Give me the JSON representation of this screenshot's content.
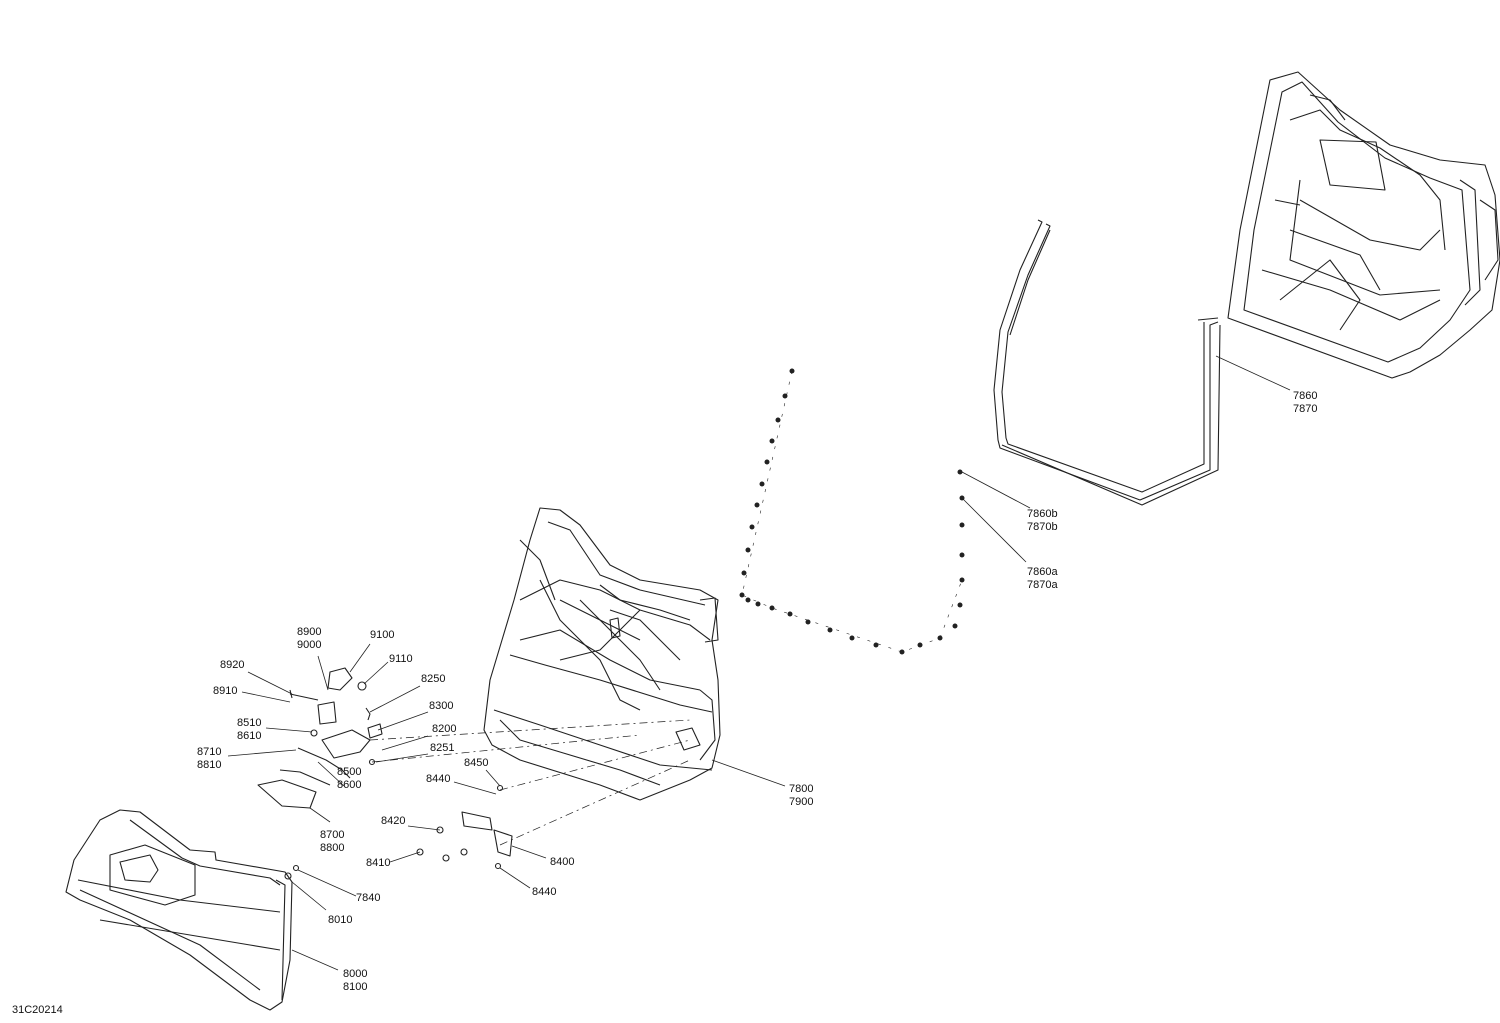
{
  "drawing_id": "31C20214",
  "callouts": [
    {
      "id": "c7860",
      "lines": [
        "7860",
        "7870"
      ]
    },
    {
      "id": "c7860b",
      "lines": [
        "7860b",
        "7870b"
      ]
    },
    {
      "id": "c7860a",
      "lines": [
        "7860a",
        "7870a"
      ]
    },
    {
      "id": "c7800",
      "lines": [
        "7800",
        "7900"
      ]
    },
    {
      "id": "c8900",
      "lines": [
        "8900",
        "9000"
      ]
    },
    {
      "id": "c9100",
      "lines": [
        "9100"
      ]
    },
    {
      "id": "c9110",
      "lines": [
        "9110"
      ]
    },
    {
      "id": "c8920",
      "lines": [
        "8920"
      ]
    },
    {
      "id": "c8910",
      "lines": [
        "8910"
      ]
    },
    {
      "id": "c8250",
      "lines": [
        "8250"
      ]
    },
    {
      "id": "c8300",
      "lines": [
        "8300"
      ]
    },
    {
      "id": "c8510",
      "lines": [
        "8510",
        "8610"
      ]
    },
    {
      "id": "c8200",
      "lines": [
        "8200"
      ]
    },
    {
      "id": "c8251",
      "lines": [
        "8251"
      ]
    },
    {
      "id": "c8710",
      "lines": [
        "8710",
        "8810"
      ]
    },
    {
      "id": "c8450",
      "lines": [
        "8450"
      ]
    },
    {
      "id": "c8440a",
      "lines": [
        "8440"
      ]
    },
    {
      "id": "c8500",
      "lines": [
        "8500",
        "8600"
      ]
    },
    {
      "id": "c8700",
      "lines": [
        "8700",
        "8800"
      ]
    },
    {
      "id": "c8420",
      "lines": [
        "8420"
      ]
    },
    {
      "id": "c8400",
      "lines": [
        "8400"
      ]
    },
    {
      "id": "c8410",
      "lines": [
        "8410"
      ]
    },
    {
      "id": "c8440b",
      "lines": [
        "8440"
      ]
    },
    {
      "id": "c7840",
      "lines": [
        "7840"
      ]
    },
    {
      "id": "c8010",
      "lines": [
        "8010"
      ]
    },
    {
      "id": "c8000",
      "lines": [
        "8000",
        "8100"
      ]
    }
  ],
  "colors": {
    "line": "#222222",
    "background": "#ffffff"
  }
}
